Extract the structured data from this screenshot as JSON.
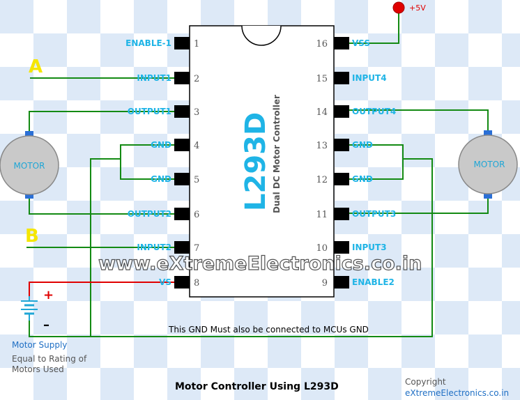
{
  "colors": {
    "pin_label": "#1fb4e6",
    "wire_green": "#138a13",
    "wire_red": "#e00000",
    "chip_title": "#1fb4e6",
    "letter_yellow": "#f5e600",
    "checker": "#dde9f7",
    "motor_body": "#c9c9c9",
    "terminal_blue": "#2a6fd6"
  },
  "chip": {
    "part_number": "L293D",
    "description": "Dual DC Motor Controller",
    "left_pins": [
      {
        "num": "1",
        "label": "ENABLE-1"
      },
      {
        "num": "2",
        "label": "INPUT1"
      },
      {
        "num": "3",
        "label": "OUTPUT1"
      },
      {
        "num": "4",
        "label": "GND"
      },
      {
        "num": "5",
        "label": "GND"
      },
      {
        "num": "6",
        "label": "OUTPUT2"
      },
      {
        "num": "7",
        "label": "INPUT2"
      },
      {
        "num": "8",
        "label": "VS"
      }
    ],
    "right_pins": [
      {
        "num": "16",
        "label": "VSS"
      },
      {
        "num": "15",
        "label": "INPUT4"
      },
      {
        "num": "14",
        "label": "OUTPUT4"
      },
      {
        "num": "13",
        "label": "GND"
      },
      {
        "num": "12",
        "label": "GND"
      },
      {
        "num": "11",
        "label": "OUTPUT3"
      },
      {
        "num": "10",
        "label": "INPUT3"
      },
      {
        "num": "9",
        "label": "ENABLE2"
      }
    ]
  },
  "supply_5v": "+5V",
  "input_a": "A",
  "input_b": "B",
  "motor_left": "MOTOR",
  "motor_right": "MOTOR",
  "battery": {
    "plus": "+",
    "minus": "–"
  },
  "gnd_note": "This GND Must also be connected to MCUs GND",
  "motor_supply": {
    "title": "Motor Supply",
    "line1": "Equal to Rating of",
    "line2": "Motors Used"
  },
  "watermark": "www.eXtremeElectronics.co.in",
  "caption": "Motor Controller Using L293D",
  "copyright": {
    "line1": "Copyright",
    "line2": "eXtremeElectronics.co.in"
  }
}
